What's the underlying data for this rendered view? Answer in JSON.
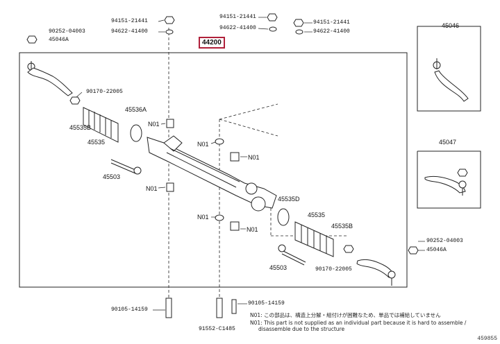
{
  "highlight_part": "44200",
  "labels": {
    "p94151_a": "94151-21441",
    "p94622_a": "94622-41400",
    "p94151_b": "94151-21441",
    "p94622_b": "94622-41400",
    "p94151_c": "94151-21441",
    "p94622_c": "94622-41400",
    "p90252_l": "90252-04003",
    "p45046a_l": "45046A",
    "p90170_l": "90170-22005",
    "p45536a": "45536A",
    "p45535b_l": "45535B",
    "p45535_l": "45535",
    "p45503_l": "45503",
    "n01_1": "N01",
    "n01_2": "N01",
    "n01_3": "N01",
    "n01_4": "N01",
    "n01_5": "N01",
    "n01_6": "N01",
    "p45535d": "45535D",
    "p45535_r": "45535",
    "p45535b_r": "45535B",
    "p45503_r": "45503",
    "p90170_r": "90170-22005",
    "p90252_r": "90252-04003",
    "p45046a_r": "45046A",
    "p45046": "45046",
    "p45047": "45047",
    "p90105_a": "90105-14159",
    "p90105_b": "90105-14159",
    "p91552": "91552-C1485"
  },
  "notes": {
    "line1": "N01: この部品は、構造上分解・組付けが困難なため、単品では補給していません",
    "line2": "N01: This part is not supplied as an individual part because it is hard to assemble /",
    "line3": "disassemble due to the structure"
  },
  "ref_code": "459855",
  "colors": {
    "highlight": "#b0203a",
    "line": "#222222"
  }
}
